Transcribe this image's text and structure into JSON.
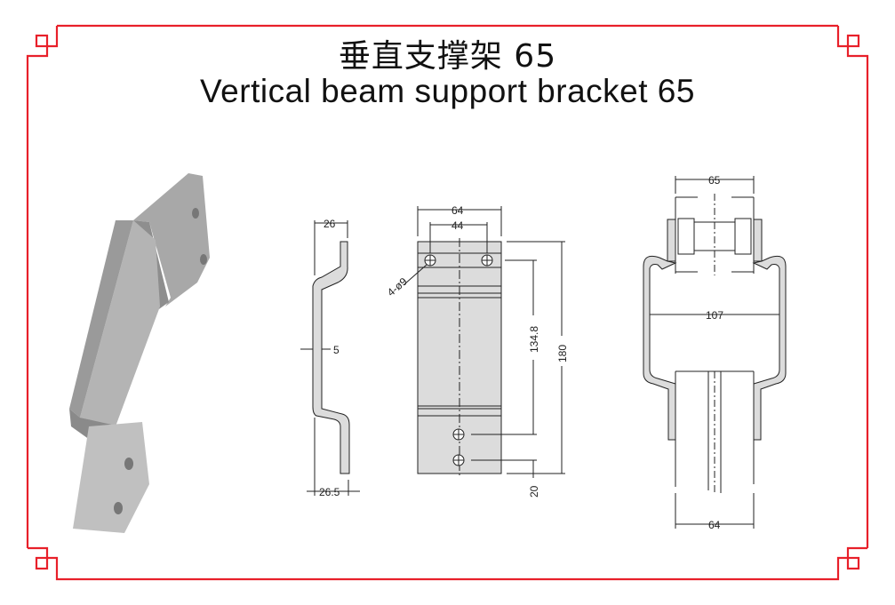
{
  "title": {
    "chinese": "垂直支撑架 65",
    "english": "Vertical beam support bracket 65"
  },
  "colors": {
    "frame": "#e8202a",
    "part_fill": "#dcdcdc",
    "line": "#222222"
  },
  "side_view": {
    "top_width": "26",
    "thickness": "5",
    "bottom_width": "26.5"
  },
  "front_view": {
    "width": "64",
    "hole_spacing": "44",
    "holes": "4-ø9",
    "hole_span": "134.8",
    "height": "180",
    "bottom_hole_pitch": "20"
  },
  "assembly_view": {
    "rail_width": "65",
    "channel_width": "107",
    "post_width": "64"
  }
}
